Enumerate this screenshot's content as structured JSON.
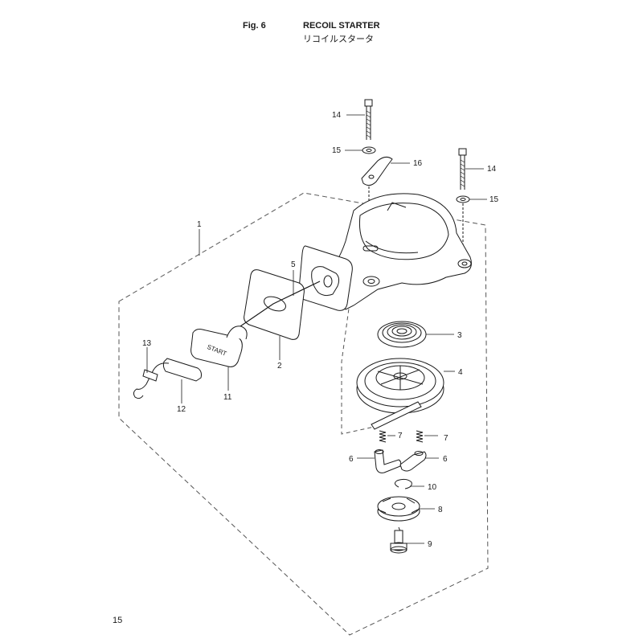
{
  "header": {
    "fig_label": "Fig. 6",
    "title": "RECOIL STARTER",
    "subtitle": "リコイルスタータ"
  },
  "diagram": {
    "callouts": [
      {
        "id": "c14a",
        "label": "14"
      },
      {
        "id": "c15a",
        "label": "15"
      },
      {
        "id": "c16",
        "label": "16"
      },
      {
        "id": "c14b",
        "label": "14"
      },
      {
        "id": "c15b",
        "label": "15"
      },
      {
        "id": "c1",
        "label": "1"
      },
      {
        "id": "c5",
        "label": "5"
      },
      {
        "id": "c2",
        "label": "2"
      },
      {
        "id": "c3",
        "label": "3"
      },
      {
        "id": "c4",
        "label": "4"
      },
      {
        "id": "c13",
        "label": "13"
      },
      {
        "id": "c12",
        "label": "12"
      },
      {
        "id": "c11",
        "label": "11"
      },
      {
        "id": "c7a",
        "label": "7"
      },
      {
        "id": "c7b",
        "label": "7"
      },
      {
        "id": "c6a",
        "label": "6"
      },
      {
        "id": "c6b",
        "label": "6"
      },
      {
        "id": "c10",
        "label": "10"
      },
      {
        "id": "c8",
        "label": "8"
      },
      {
        "id": "c9",
        "label": "9"
      }
    ],
    "handle_text": "START"
  },
  "footer": {
    "page_number": "15"
  }
}
